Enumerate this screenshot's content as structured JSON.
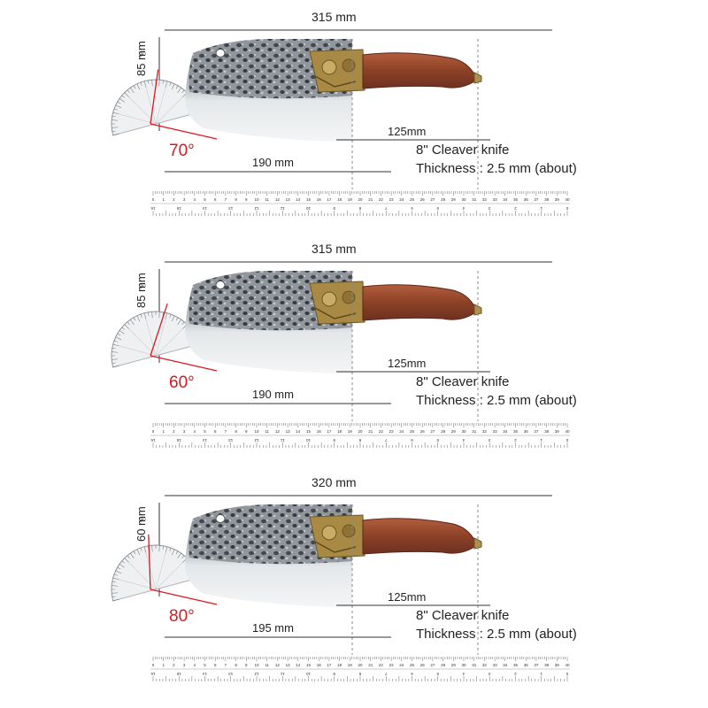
{
  "panels": [
    {
      "overall_length": "315 mm",
      "height": "85 mm",
      "angle": "70°",
      "angle_deg": 70,
      "handle_length": "125mm",
      "blade_length": "190 mm",
      "title": "8\" Cleaver knife",
      "thickness": "Thickness : 2.5 mm (about)",
      "protractor_label": "90"
    },
    {
      "overall_length": "315 mm",
      "height": "85 mm",
      "angle": "60°",
      "angle_deg": 60,
      "handle_length": "125mm",
      "blade_length": "190 mm",
      "title": "8\" Cleaver knife",
      "thickness": "Thickness : 2.5 mm (about)",
      "protractor_label": "90"
    },
    {
      "overall_length": "320 mm",
      "height": "60 mm",
      "angle": "80°",
      "angle_deg": 80,
      "handle_length": "125mm",
      "blade_length": "195 mm",
      "title": "8\" Cleaver knife",
      "thickness": "Thickness : 2.5 mm (about)",
      "protractor_label": "90"
    }
  ],
  "ruler": {
    "top_numbers": [
      "0",
      "1",
      "2",
      "3",
      "4",
      "5",
      "6",
      "7",
      "8",
      "9",
      "10",
      "11",
      "12",
      "13",
      "14",
      "15",
      "16",
      "17",
      "18",
      "19",
      "20",
      "21",
      "22",
      "23",
      "24",
      "25",
      "26",
      "27",
      "28",
      "29",
      "30",
      "31",
      "32",
      "33",
      "34",
      "35",
      "36",
      "37",
      "38",
      "39",
      "40"
    ],
    "bottom_numbers": [
      "16",
      "",
      "15",
      "",
      "14",
      "",
      "13",
      "",
      "12",
      "",
      "11",
      "",
      "10",
      "",
      "9",
      "",
      "8",
      "",
      "7",
      "",
      "6",
      "",
      "5",
      "",
      "4",
      "",
      "3",
      "",
      "2",
      "",
      "1",
      "",
      "0"
    ]
  },
  "colors": {
    "angle_red": "#d71920",
    "handle_wood": "#9a4a30",
    "bolster_brass": "#b0924a",
    "blade_steel": "#d9dde0",
    "hammered_dark": "#4a4e52"
  }
}
